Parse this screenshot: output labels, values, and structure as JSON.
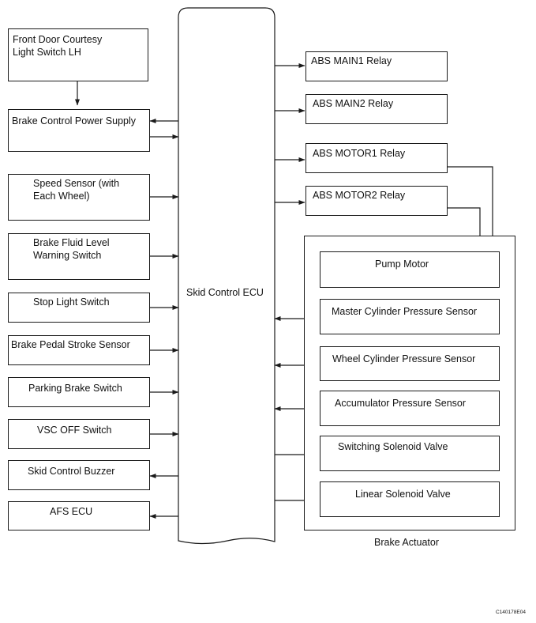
{
  "ecu_label": "Skid Control ECU",
  "left_components": {
    "front_door": "Front Door Courtesy\nLight Switch LH",
    "brake_power": "Brake Control Power Supply",
    "speed_sensor": "Speed Sensor (with\nEach Wheel)",
    "brake_fluid": "Brake Fluid Level\nWarning Switch",
    "stop_light": "Stop Light Switch",
    "pedal_stroke": "Brake Pedal Stroke Sensor",
    "parking_brake": "Parking Brake Switch",
    "vsc_off": "VSC OFF Switch",
    "buzzer": "Skid Control Buzzer",
    "afs_ecu": "AFS ECU"
  },
  "relays": {
    "main1": "ABS MAIN1 Relay",
    "main2": "ABS MAIN2 Relay",
    "motor1": "ABS MOTOR1 Relay",
    "motor2": "ABS MOTOR2 Relay"
  },
  "actuator": {
    "title": "Brake Actuator",
    "pump_motor": "Pump Motor",
    "master_cyl": "Master Cylinder Pressure Sensor",
    "wheel_cyl": "Wheel Cylinder Pressure Sensor",
    "accumulator": "Accumulator Pressure Sensor",
    "switching_valve": "Switching Solenoid Valve",
    "linear_valve": "Linear Solenoid Valve"
  },
  "figure_code": "C140178E04"
}
